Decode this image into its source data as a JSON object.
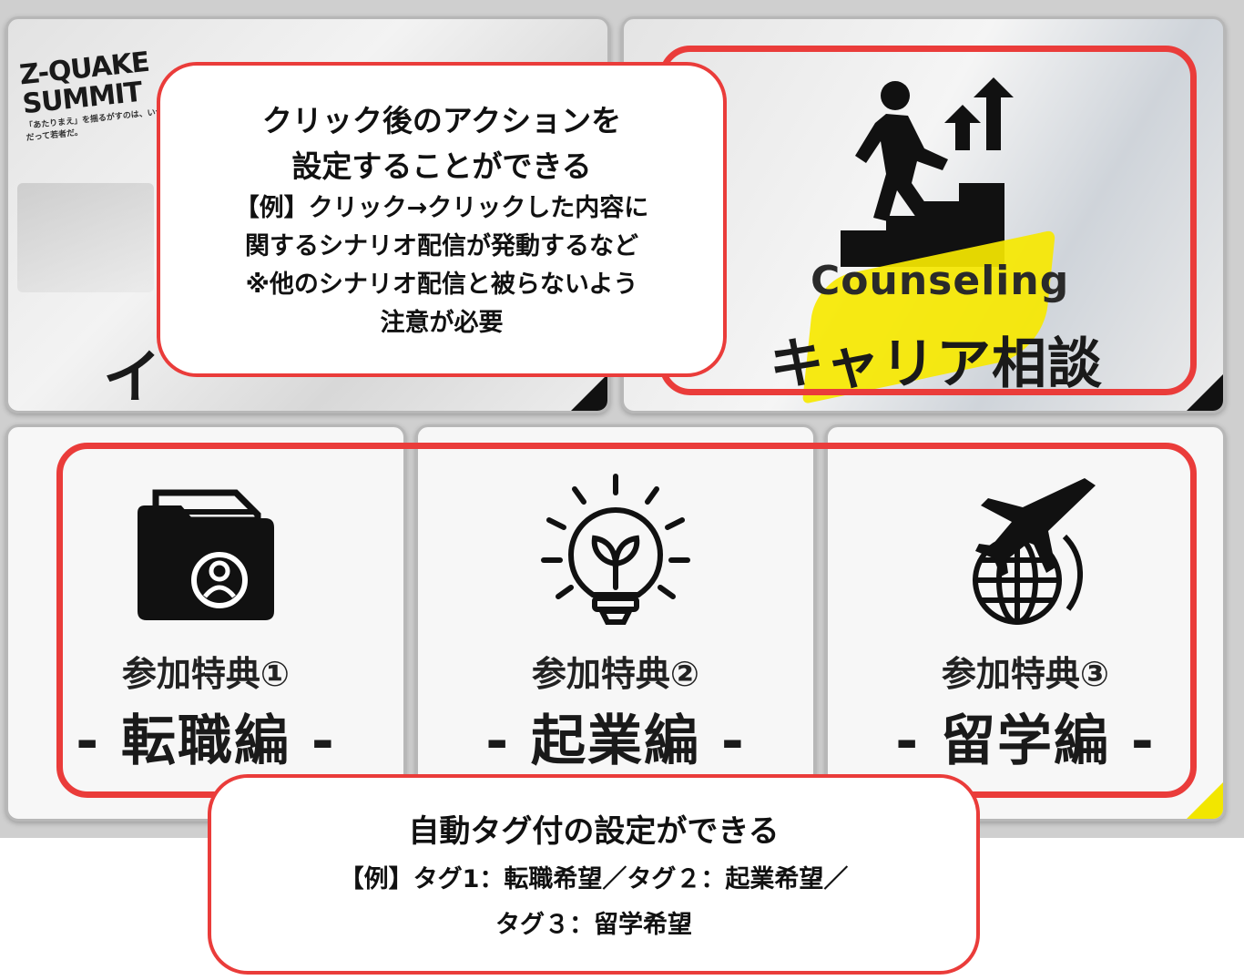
{
  "event_tile": {
    "logo_line1": "Z-QUAKE",
    "logo_line2": "SUMMIT",
    "logo_tagline": "「あたりまえ」を揺るがすのは、いつだって若者だ。",
    "label_partial": "イ"
  },
  "counsel_tile": {
    "label_en": "Counseling",
    "label_ja": "キャリア相談",
    "icon": "stairs-climbing-icon"
  },
  "benefit_tiles": [
    {
      "title": "参加特典①",
      "sub": "- 転職編 -",
      "icon": "folder-person-icon"
    },
    {
      "title": "参加特典②",
      "sub": "- 起業編 -",
      "icon": "lightbulb-sprout-icon"
    },
    {
      "title": "参加特典③",
      "sub": "- 留学編 -",
      "icon": "airplane-globe-icon"
    }
  ],
  "callout_action": {
    "head1": "クリック後のアクションを",
    "head2": "設定することができる",
    "body1": "【例】クリック→クリックした内容に",
    "body2": "関するシナリオ配信が発動するなど",
    "body3": "※他のシナリオ配信と被らないよう",
    "body4": "注意が必要"
  },
  "callout_tag": {
    "head": "自動タグ付の設定ができる",
    "body1": "【例】タグ1：転職希望／タグ２：起業希望／",
    "body2": "タグ３：留学希望"
  },
  "colors": {
    "highlight": "#ea3c3a",
    "accent_yellow": "#f6e800",
    "dark": "#1a1a1a"
  }
}
